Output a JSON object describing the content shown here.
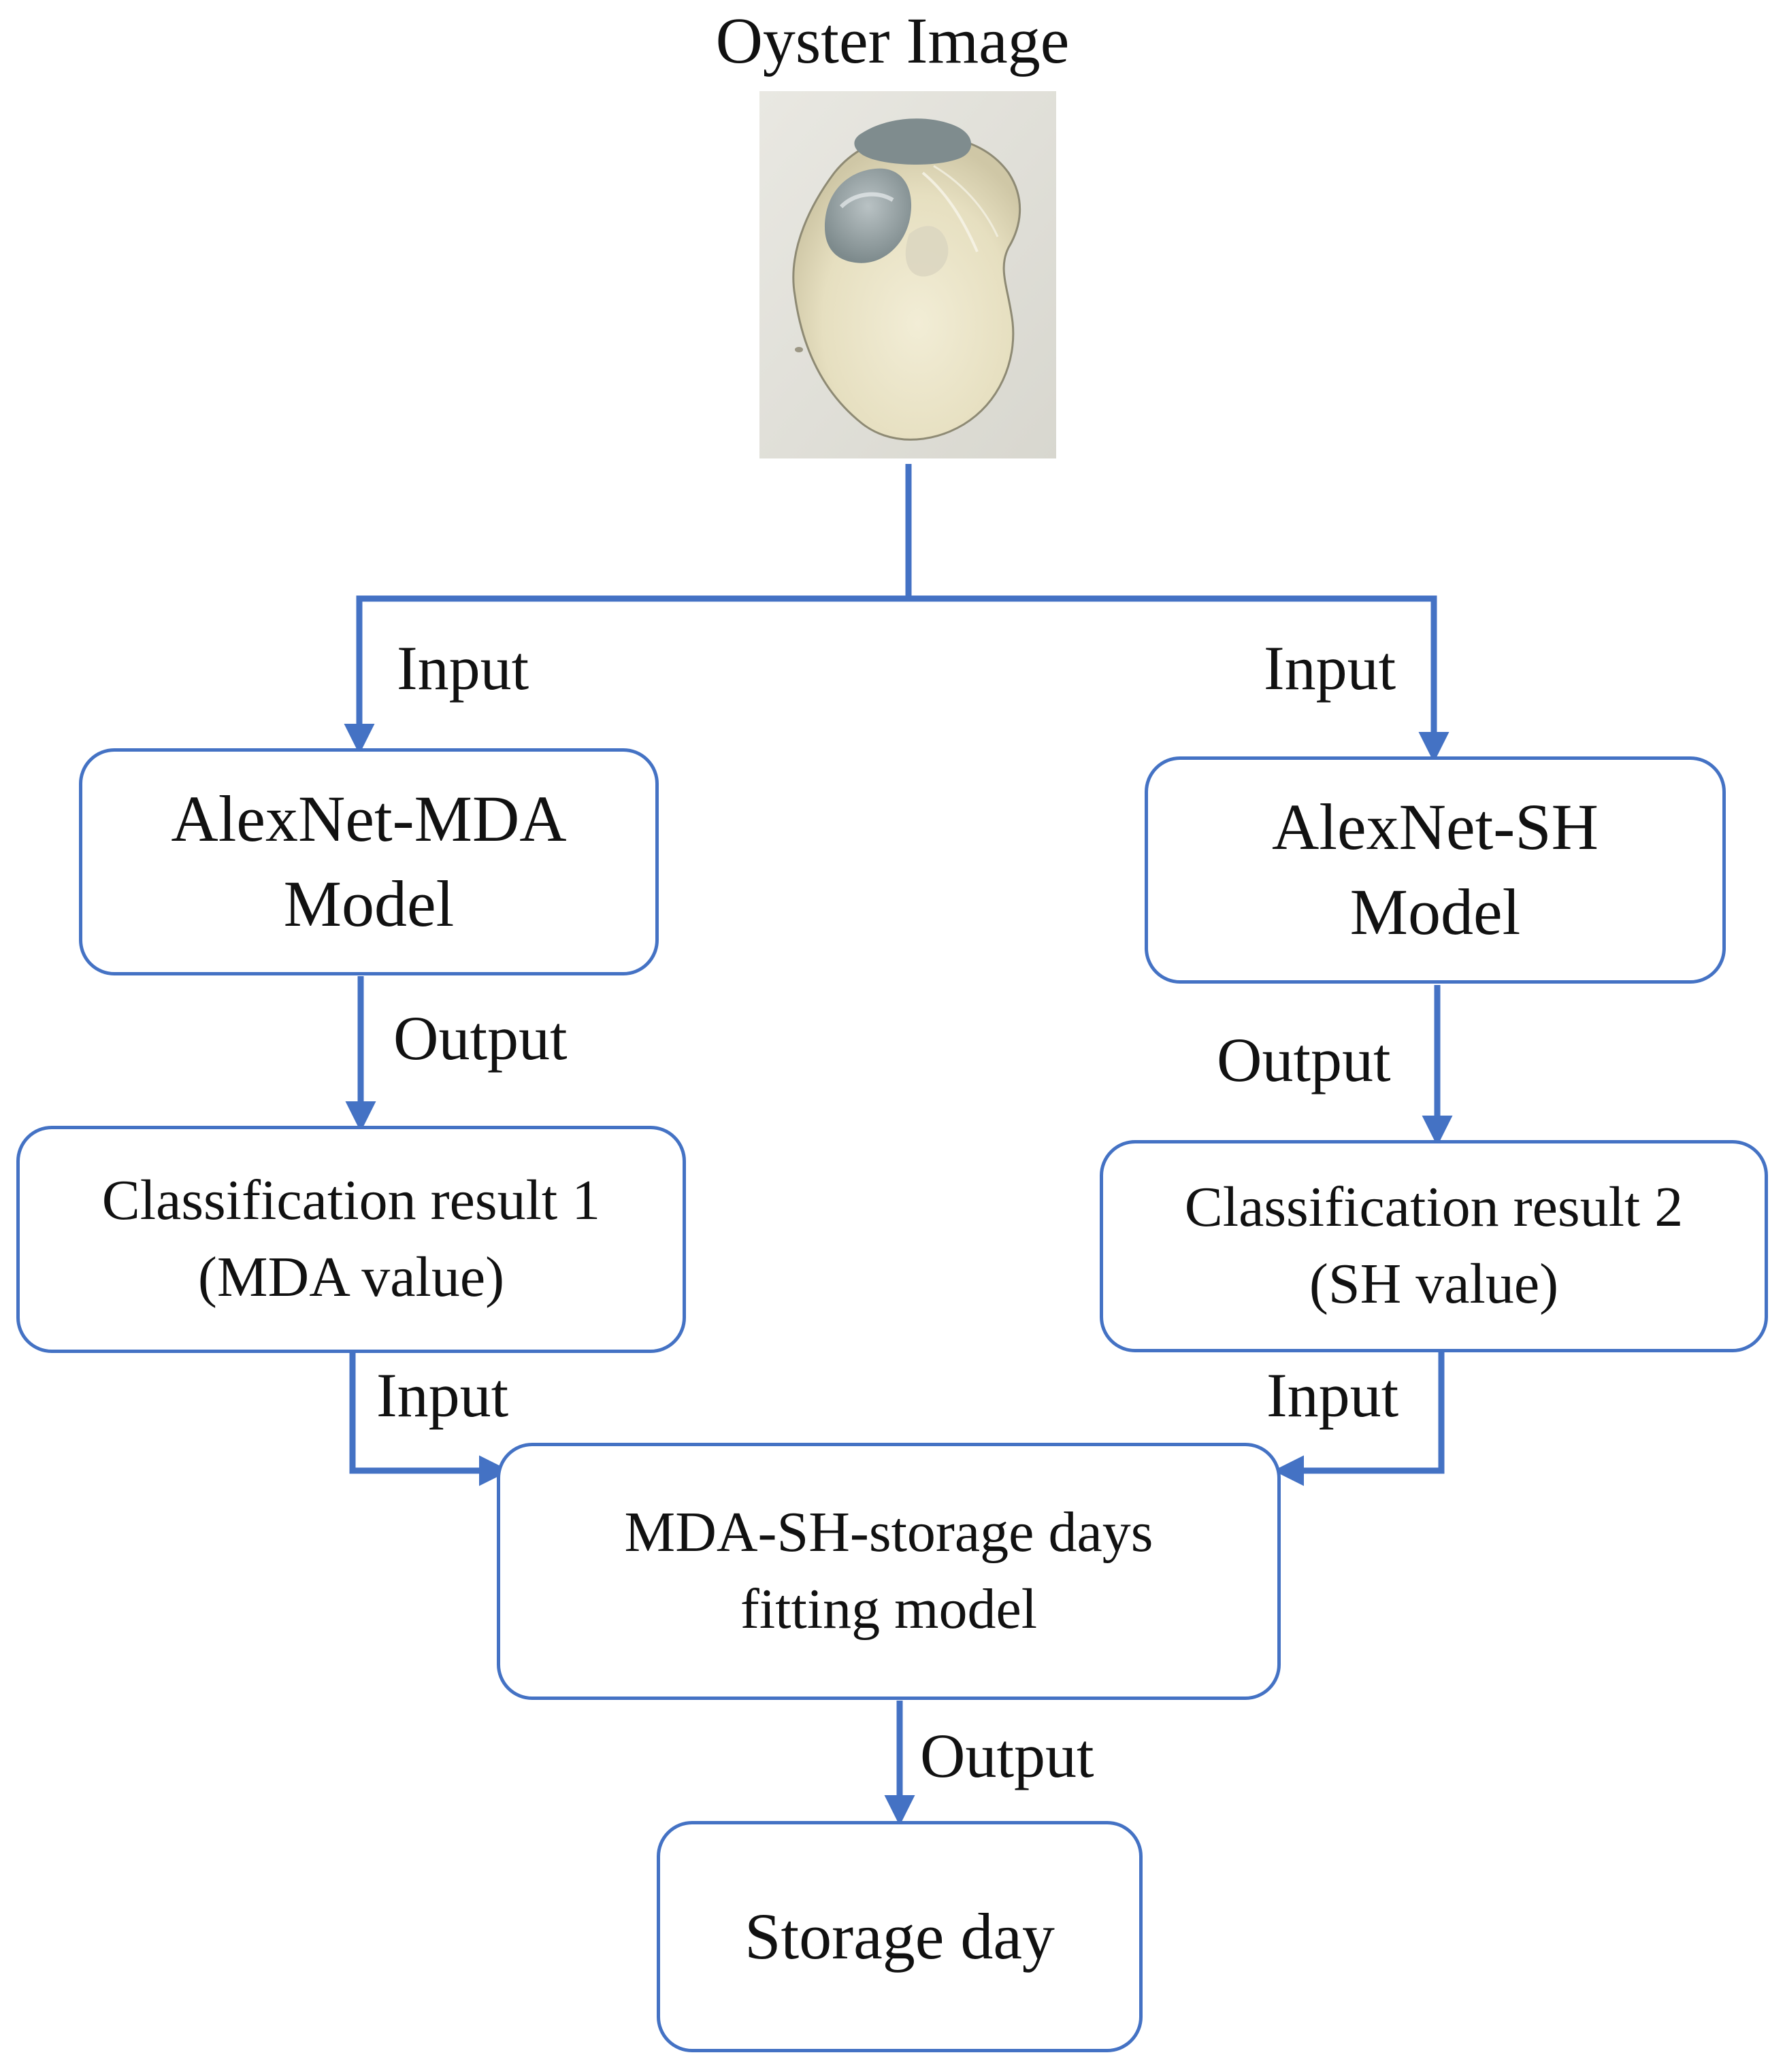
{
  "title": "Oyster Image",
  "colors": {
    "connector": "#4472c4",
    "box_border": "#4472c4",
    "text": "#111111"
  },
  "image": {
    "subject": "oyster meat photo"
  },
  "boxes": {
    "alexnet_mda": {
      "line1": "AlexNet-MDA",
      "line2": "Model"
    },
    "alexnet_sh": {
      "line1": "AlexNet-SH",
      "line2": "Model"
    },
    "classification_1": {
      "line1": "Classification result 1",
      "line2": "(MDA value)"
    },
    "classification_2": {
      "line1": "Classification result 2",
      "line2": "(SH value)"
    },
    "fitting_model": {
      "line1": "MDA-SH-storage days",
      "line2": "fitting model"
    },
    "storage_day": {
      "line1": "Storage day"
    }
  },
  "edge_labels": {
    "input_left_top": "Input",
    "input_right_top": "Input",
    "output_left": "Output",
    "output_right": "Output",
    "input_left_bottom": "Input",
    "input_right_bottom": "Input",
    "output_bottom": "Output"
  }
}
